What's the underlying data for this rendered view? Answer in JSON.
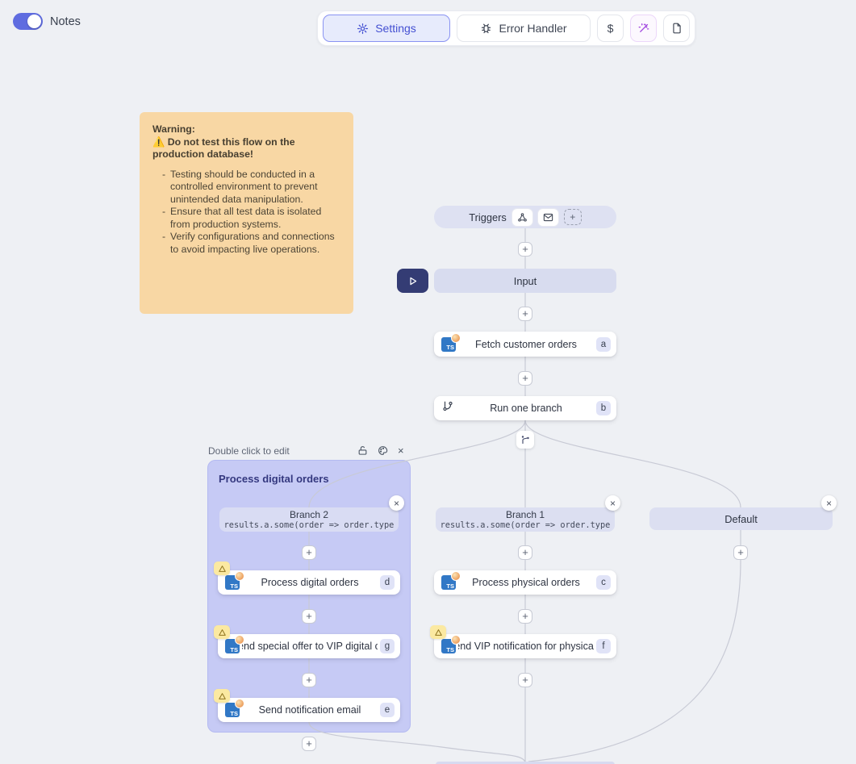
{
  "header": {
    "notes_label": "Notes",
    "toolbar": {
      "settings": "Settings",
      "error_handler": "Error Handler"
    }
  },
  "note": {
    "title": "Warning:",
    "headline_icon": "⚠️",
    "headline": "Do not test this flow on the production database!",
    "bullets": [
      "Testing should be conducted in a controlled environment to prevent unintended data manipulation.",
      "Ensure that all test data is isolated from production systems.",
      "Verify configurations and connections to avoid impacting live operations."
    ]
  },
  "flow": {
    "triggers": {
      "label": "Triggers"
    },
    "input": {
      "label": "Input"
    },
    "fetch_orders": {
      "title": "Fetch customer orders",
      "badge": "a"
    },
    "run_branch": {
      "title": "Run one branch",
      "badge": "b"
    },
    "branch2": {
      "title": "Branch 2",
      "code": "results.a.some(order => order.type"
    },
    "branch1": {
      "title": "Branch 1",
      "code": "results.a.some(order => order.type"
    },
    "default_branch": {
      "title": "Default"
    },
    "process_digital": {
      "title": "Process digital orders",
      "badge": "d"
    },
    "send_special": {
      "title": "Send special offer to VIP digital c...",
      "badge": "g"
    },
    "send_email": {
      "title": "Send notification email",
      "badge": "e"
    },
    "process_physical": {
      "title": "Process physical orders",
      "badge": "c"
    },
    "send_vip": {
      "title": "Send VIP notification for physical...",
      "badge": "f"
    }
  },
  "group": {
    "hint": "Double click to edit",
    "title": "Process digital orders"
  },
  "glyphs": {
    "plus": "+",
    "close": "×",
    "dollar": "$",
    "ts": "TS"
  },
  "colors": {
    "background": "#eef0f4",
    "accent_indigo": "#4450d2",
    "toggle_on": "#5f6ce0",
    "pill_lavender": "#dcdff1",
    "group_bg": "#c6caf5",
    "note_bg": "#f8d7a4",
    "warning_badge_bg": "#fbe9a1",
    "ts_icon_blue": "#3178c6",
    "play_navy": "#343c74",
    "wand_purple": "#a34ae0"
  }
}
